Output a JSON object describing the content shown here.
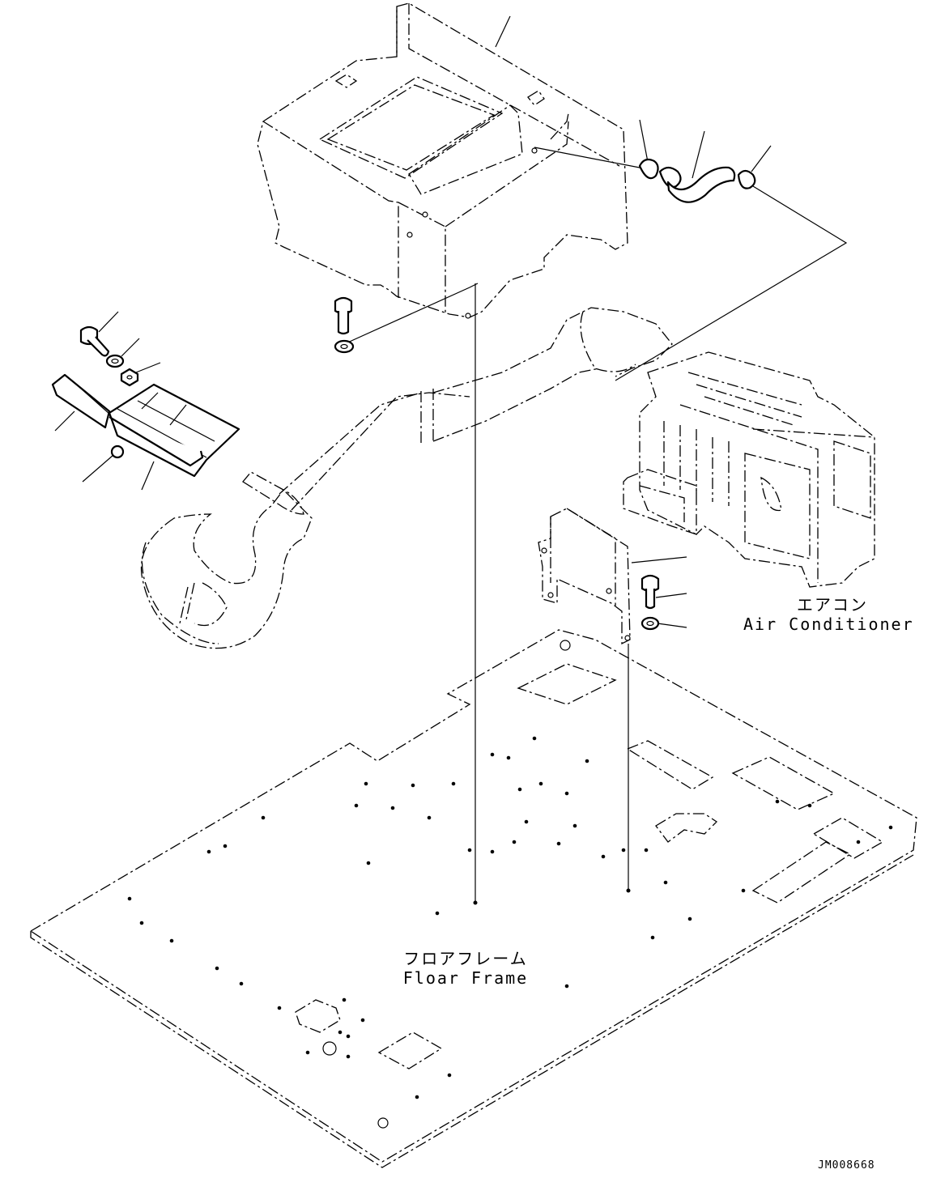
{
  "labels": {
    "air_conditioner_jp": "エアコン",
    "air_conditioner_en": "Air Conditioner",
    "floor_frame_jp": "フロアフレーム",
    "floor_frame_en": "Floar Frame"
  },
  "drawing_code": "JM008668"
}
